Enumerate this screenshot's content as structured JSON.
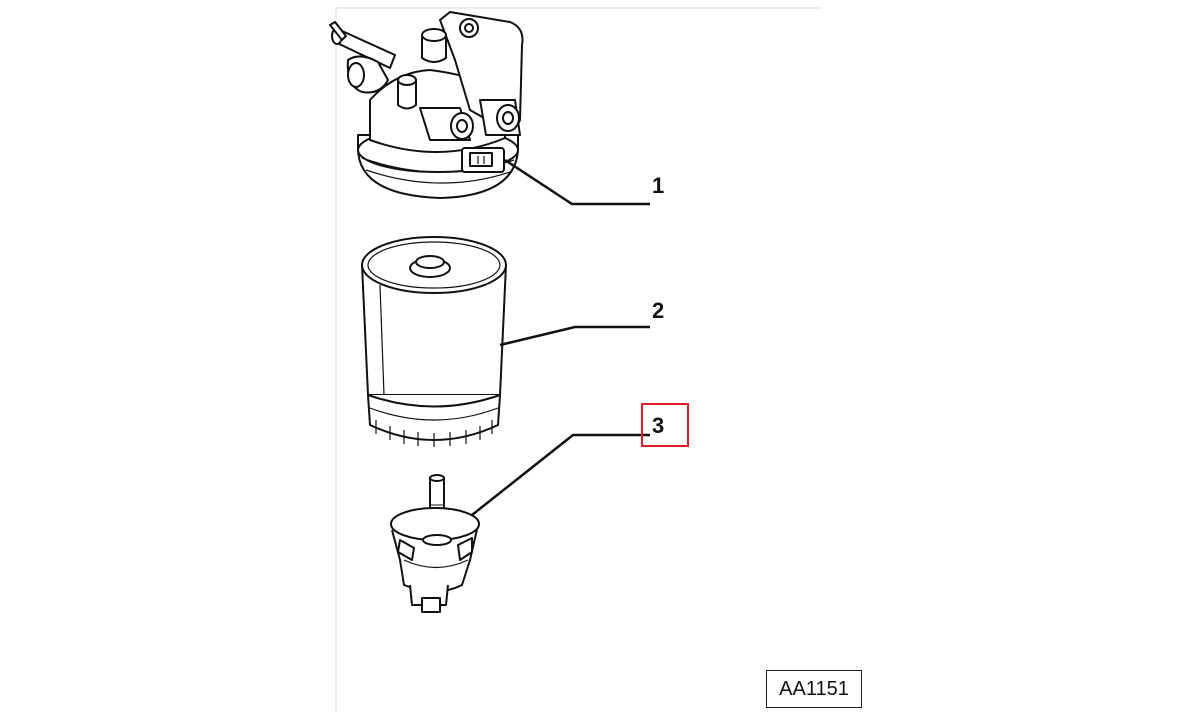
{
  "diagram": {
    "parts": [
      {
        "number": "1",
        "name": "filter-head"
      },
      {
        "number": "2",
        "name": "filter-cartridge"
      },
      {
        "number": "3",
        "name": "water-sensor"
      }
    ],
    "highlighted_part": "3",
    "highlight_color": "#d9202a",
    "reference_code": "AA1151"
  }
}
